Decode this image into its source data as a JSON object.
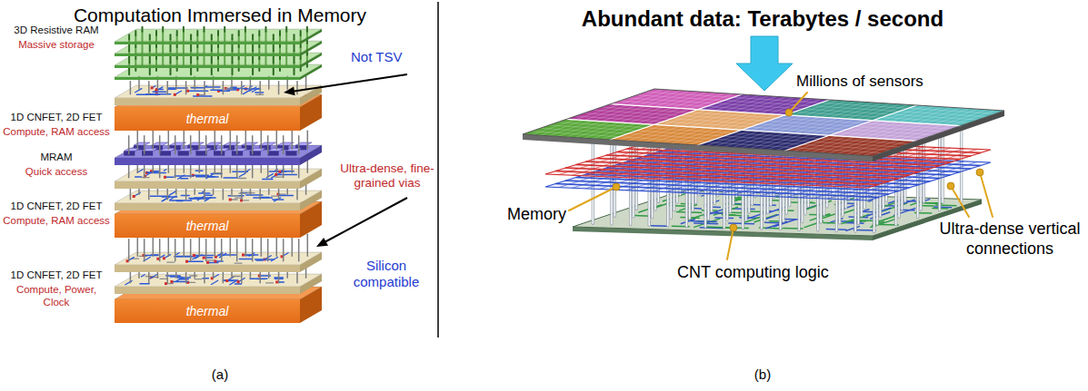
{
  "diagram": {
    "nodes": [
      {
        "text": [
          "thermal"
        ]
      },
      {
        "text": [
          "thermal"
        ]
      },
      {
        "text": [
          "thermal"
        ]
      }
    ],
    "labels": [
      "Computation Immersed in Memory",
      "3D Resistive RAM",
      "Massive storage",
      "1D CNFET, 2D FET",
      "Compute, RAM access",
      "MRAM",
      "Quick access",
      "1D CNFET, 2D FET",
      "Compute, RAM access",
      "1D CNFET, 2D FET",
      "Compute, Power, Clock",
      "Not TSV",
      "Ultra-dense, fine-grained vias",
      "Silicon compatible",
      "(a)",
      "Abundant data: Terabytes / second",
      "Millions of sensors",
      "Memory",
      "Ultra-dense vertical connections",
      "CNT computing logic",
      "(b)"
    ]
  }
}
